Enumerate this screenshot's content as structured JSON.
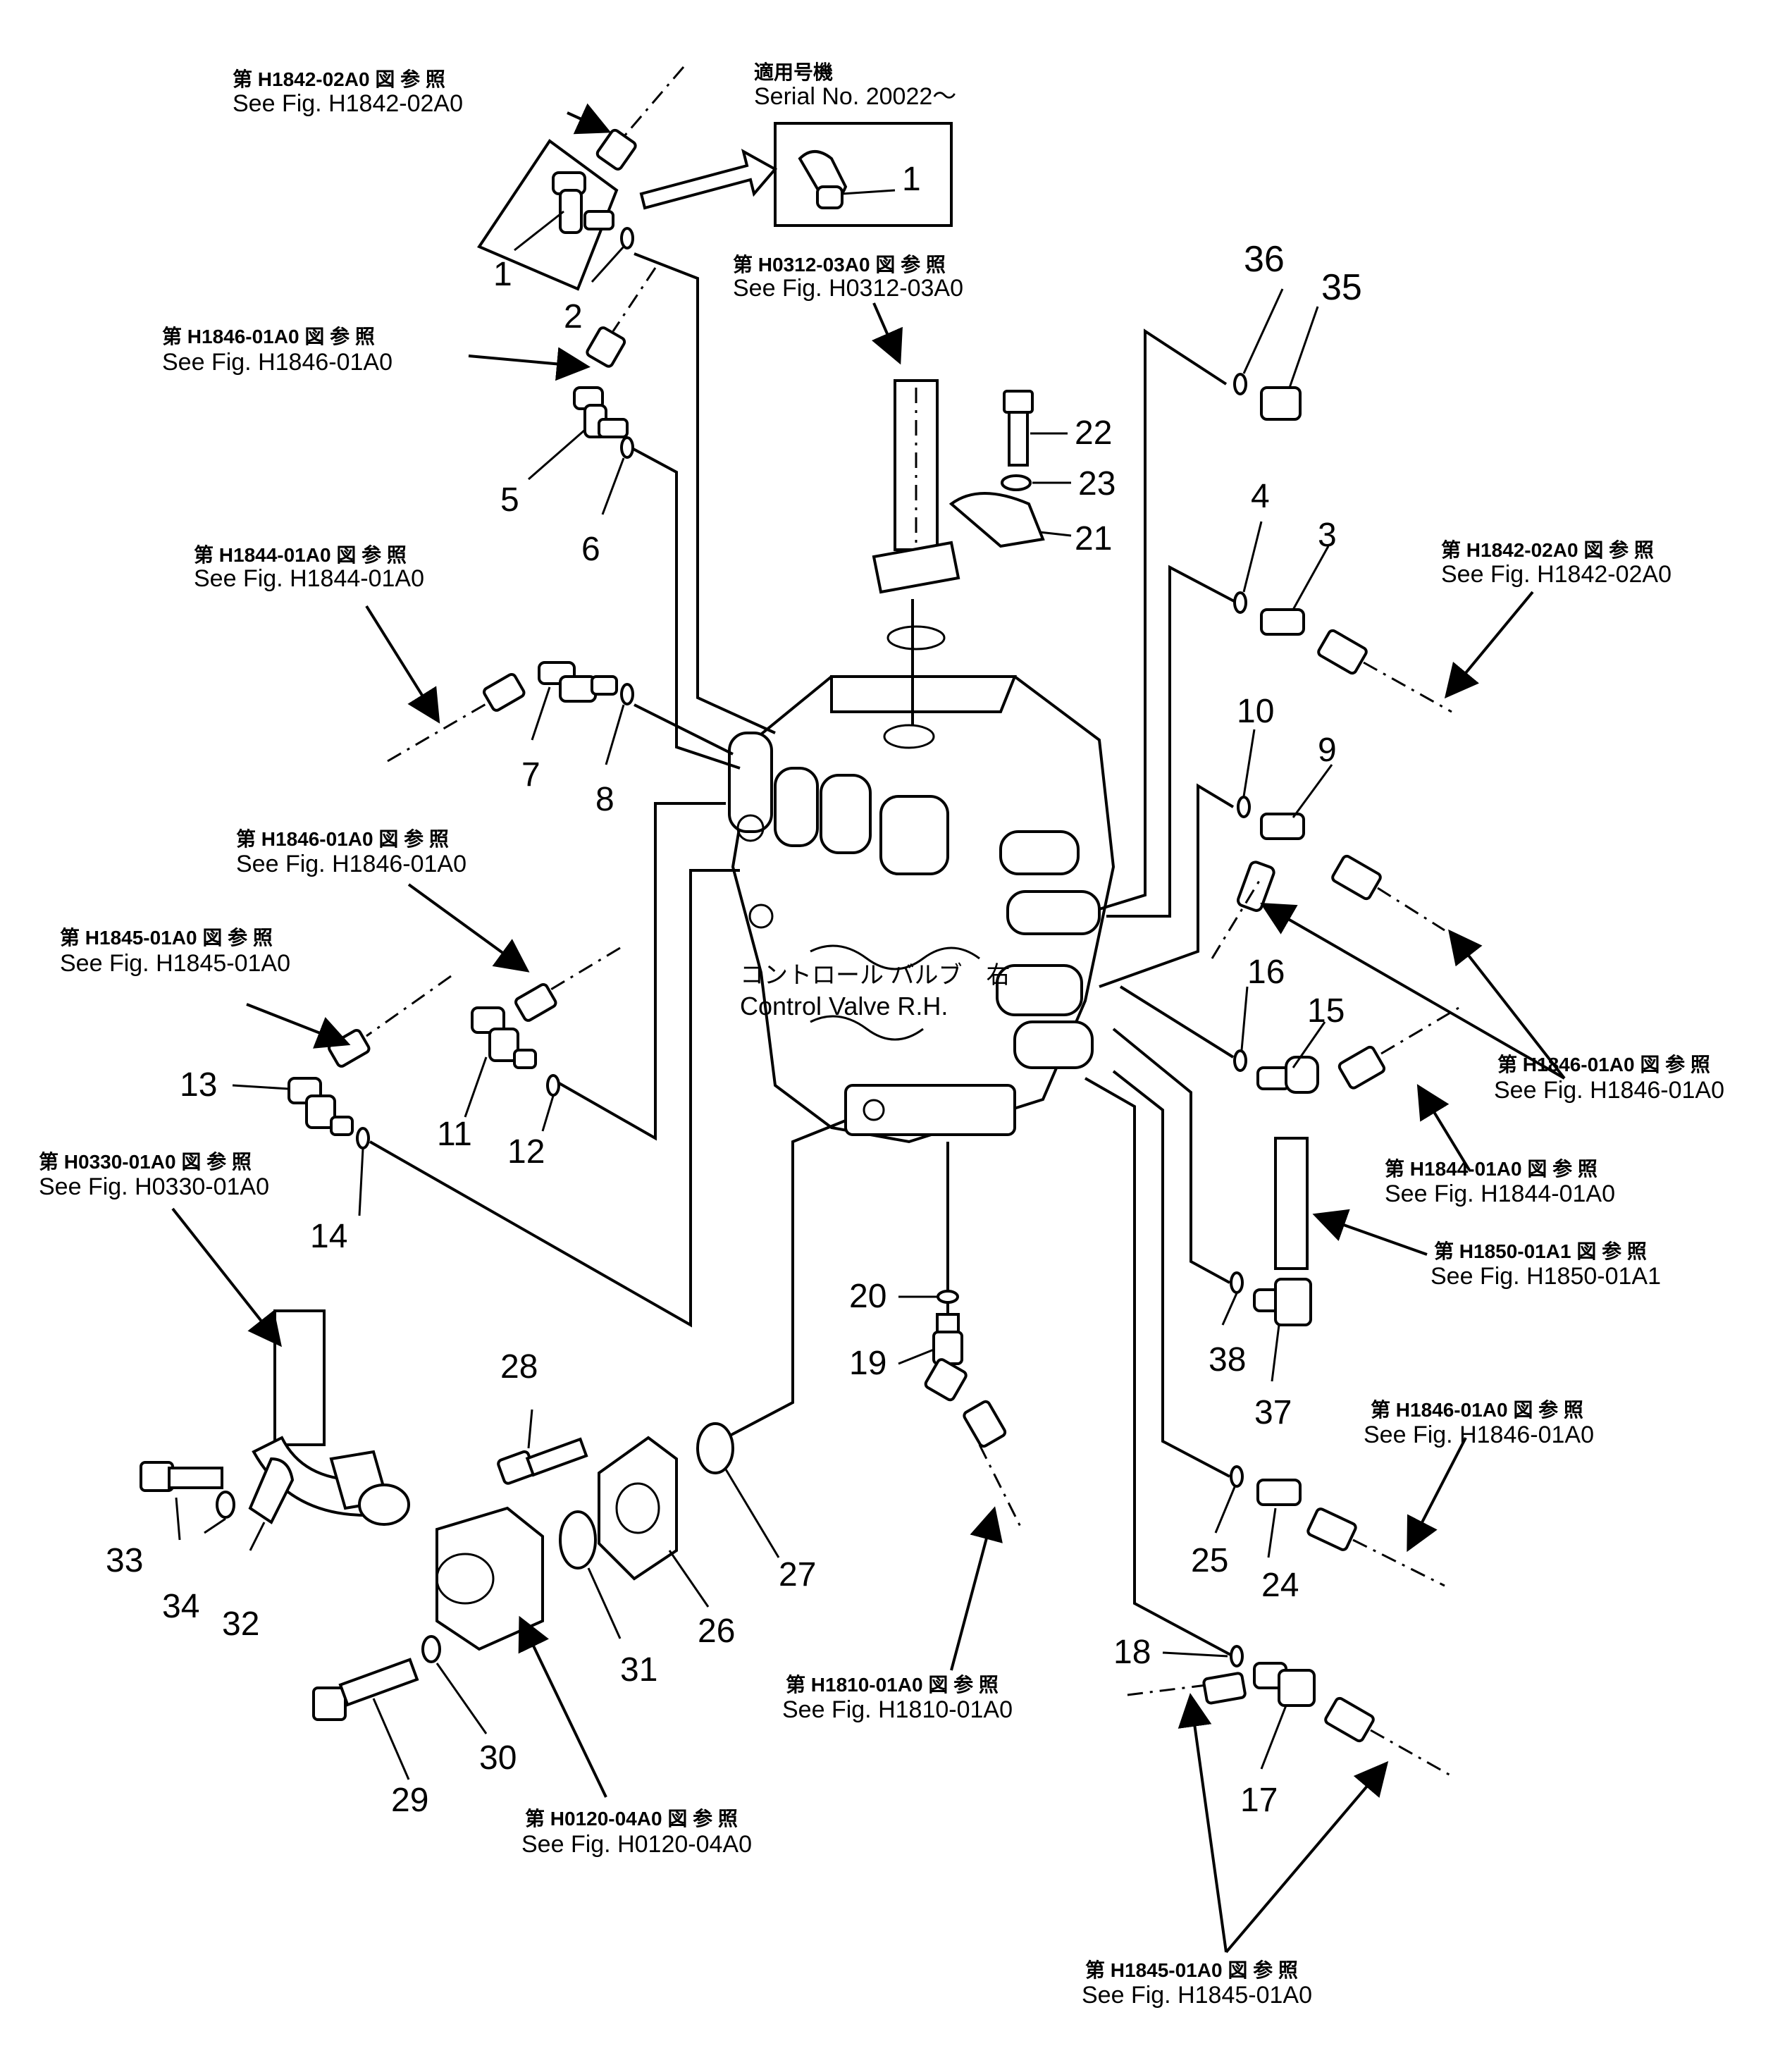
{
  "title": {
    "jp": "コントロール バルブ　右",
    "en": "Control Valve R.H."
  },
  "serial": {
    "jp": "適用号機",
    "en": "Serial  No.  20022～"
  },
  "references": [
    {
      "id": "ref-h1842-02a0-top",
      "jp": "第 H1842-02A0 図 参 照",
      "en": "See  Fig.  H1842-02A0"
    },
    {
      "id": "ref-h0312-03a0",
      "jp": "第 H0312-03A0 図 参 照",
      "en": "See  Fig.  H0312-03A0"
    },
    {
      "id": "ref-h1846-01a0-upper",
      "jp": "第 H1846-01A0 図 参 照",
      "en": "See  Fig.  H1846-01A0"
    },
    {
      "id": "ref-h1844-01a0-left",
      "jp": "第 H1844-01A0 図 参 照",
      "en": "See  Fig.  H1844-01A0"
    },
    {
      "id": "ref-h1842-02a0-right",
      "jp": "第 H1842-02A0 図 参 照",
      "en": "See  Fig.  H1842-02A0"
    },
    {
      "id": "ref-h1846-01a0-mid",
      "jp": "第 H1846-01A0 図 参 照",
      "en": "See  Fig.  H1846-01A0"
    },
    {
      "id": "ref-h1845-01a0-left",
      "jp": "第 H1845-01A0 図 参 照",
      "en": "See  Fig.  H1845-01A0"
    },
    {
      "id": "ref-h1846-01a0-right",
      "jp": "第 H1846-01A0 図 参 照",
      "en": "See  Fig.  H1846-01A0"
    },
    {
      "id": "ref-h1844-01a0-right",
      "jp": "第 H1844-01A0 図 参 照",
      "en": "See  Fig.  H1844-01A0"
    },
    {
      "id": "ref-h0330-01a0",
      "jp": "第 H0330-01A0 図 参 照",
      "en": "See  Fig.  H0330-01A0"
    },
    {
      "id": "ref-h1850-01a1",
      "jp": "第 H1850-01A1 図 参 照",
      "en": "See  Fig.  H1850-01A1"
    },
    {
      "id": "ref-h1846-01a0-lower",
      "jp": "第 H1846-01A0 図 参 照",
      "en": "See  Fig.  H1846-01A0"
    },
    {
      "id": "ref-h1810-01a0",
      "jp": "第 H1810-01A0 図 参 照",
      "en": "See  Fig.  H1810-01A0"
    },
    {
      "id": "ref-h0120-04a0",
      "jp": "第 H0120-04A0 図 参 照",
      "en": "See  Fig.  H0120-04A0"
    },
    {
      "id": "ref-h1845-01a0-bottom",
      "jp": "第 H1845-01A0 図 参 照",
      "en": "See  Fig.  H1845-01A0"
    }
  ],
  "parts": {
    "p1": "1",
    "p1b": "1",
    "p2": "2",
    "p3": "3",
    "p4": "4",
    "p5": "5",
    "p6": "6",
    "p7": "7",
    "p8": "8",
    "p9": "9",
    "p10": "10",
    "p11": "11",
    "p12": "12",
    "p13": "13",
    "p14": "14",
    "p15": "15",
    "p16": "16",
    "p17": "17",
    "p18": "18",
    "p19": "19",
    "p20": "20",
    "p21": "21",
    "p22": "22",
    "p23": "23",
    "p24": "24",
    "p25": "25",
    "p26": "26",
    "p27": "27",
    "p28": "28",
    "p29": "29",
    "p30": "30",
    "p31": "31",
    "p32": "32",
    "p33": "33",
    "p34": "34",
    "p35": "35",
    "p36": "36",
    "p37": "37",
    "p38": "38"
  }
}
